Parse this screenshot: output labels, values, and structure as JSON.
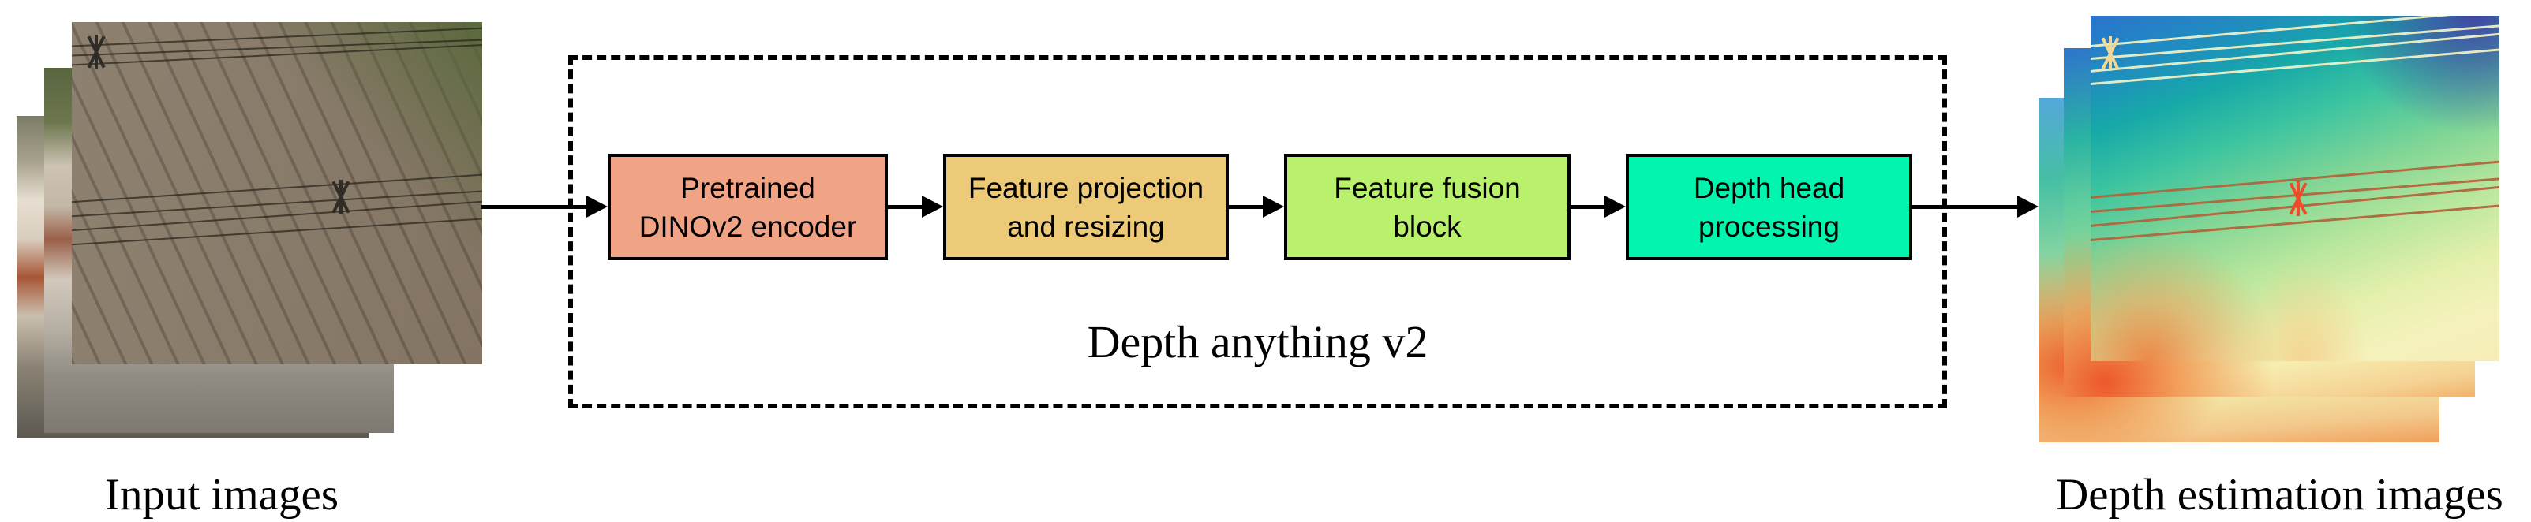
{
  "figure": {
    "input_label": "Input images",
    "output_label": "Depth estimation images",
    "model_label": "Depth anything v2",
    "blocks": [
      {
        "line1": "Pretrained",
        "line2": "DINOv2 encoder",
        "color": "#f1a385"
      },
      {
        "line1": "Feature projection",
        "line2": "and resizing",
        "color": "#ecca77"
      },
      {
        "line1": "Feature fusion",
        "line2": "block",
        "color": "#b9f16c"
      },
      {
        "line1": "Depth head",
        "line2": "processing",
        "color": "#02f5ae"
      }
    ],
    "arrow_color": "#000000",
    "box_border_color": "#000000"
  }
}
